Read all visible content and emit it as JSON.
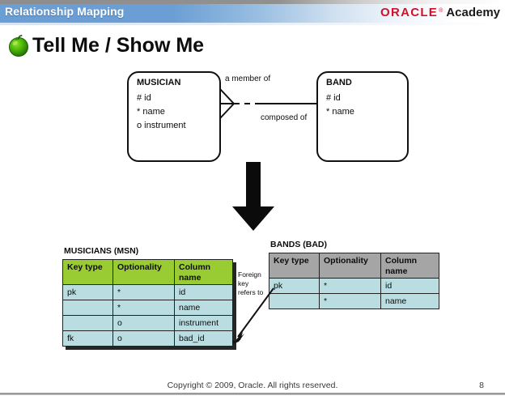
{
  "banner": {
    "title": "Relationship Mapping",
    "logo": {
      "brand": "ORACLE",
      "registered": "®",
      "product": "Academy"
    }
  },
  "heading": {
    "icon": "green-apple-icon",
    "text": "Tell Me / Show Me"
  },
  "er_diagram": {
    "entities": [
      {
        "name": "MUSICIAN",
        "attributes": [
          "# id",
          "* name",
          "o instrument"
        ]
      },
      {
        "name": "BAND",
        "attributes": [
          "# id",
          "* name"
        ]
      }
    ],
    "relationship": {
      "label_top": "a member of",
      "label_bottom": "composed of",
      "left_end": "crows-foot",
      "left_optionality": "dashed",
      "right_optionality": "solid"
    },
    "flow_arrow": "down-arrow-icon"
  },
  "tables": {
    "musicians": {
      "caption": "MUSICIANS (MSN)",
      "header_color": "#99cc33",
      "body_color": "#b9dde1",
      "columns": [
        "Key type",
        "Optionality",
        "Column name"
      ],
      "rows": [
        [
          "pk",
          "*",
          "id"
        ],
        [
          "",
          "*",
          "name"
        ],
        [
          "",
          "o",
          "instrument"
        ],
        [
          "fk",
          "o",
          "bad_id"
        ]
      ]
    },
    "bands": {
      "caption": "BANDS (BAD)",
      "header_color": "#a5a5a5",
      "body_color": "#b9dde1",
      "columns": [
        "Key type",
        "Optionality",
        "Column name"
      ],
      "rows": [
        [
          "pk",
          "*",
          "id"
        ],
        [
          "",
          "*",
          "name"
        ]
      ]
    },
    "annotation": {
      "text": "Foreign key refers to",
      "arrow": "diagonal-arrow-icon"
    }
  },
  "footer": {
    "copyright": "Copyright © 2009, Oracle.  All rights reserved.",
    "page_number": "8"
  }
}
